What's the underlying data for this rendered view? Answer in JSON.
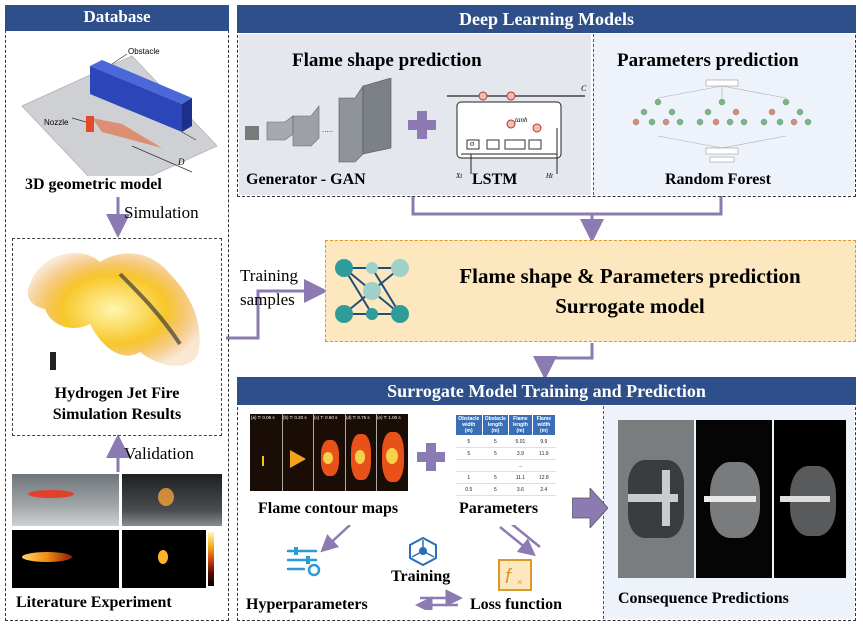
{
  "database": {
    "title": "Database",
    "geometric_model": "3D geometric model",
    "obstacle_label": "Obstacle",
    "nozzle_label": "Nozzle",
    "d_label": "D",
    "simulation": "Simulation",
    "sim_results_line1": "Hydrogen Jet Fire",
    "sim_results_line2": "Simulation Results",
    "validation": "Validation",
    "literature": "Literature Experiment"
  },
  "deep_learning": {
    "title": "Deep Learning Models",
    "flame_shape": "Flame shape prediction",
    "parameters_prediction": "Parameters prediction",
    "gan": "Generator - GAN",
    "lstm": "LSTM",
    "random_forest": "Random Forest",
    "lstm_c": "C",
    "lstm_tanh": "tanh",
    "lstm_sigma": "σ",
    "lstm_x": "Xt",
    "lstm_h": "Ht"
  },
  "training_samples_line1": "Training",
  "training_samples_line2": "samples",
  "surrogate": {
    "line1": "Flame shape & Parameters prediction",
    "line2": "Surrogate model"
  },
  "training_section": {
    "title": "Surrogate Model Training and Prediction",
    "flame_contour": "Flame contour maps",
    "parameters": "Parameters",
    "training": "Training",
    "hyperparameters": "Hyperparameters",
    "loss_function": "Loss function",
    "consequence": "Consequence Predictions",
    "frame_labels": [
      "(a) T: 0.06 s",
      "(b) T: 0.20 s",
      "(c) T: 0.50 s",
      "(d) T: 0.75 s",
      "(e) T: 1.00 s"
    ],
    "table": {
      "headers": [
        "Obstacle width (m)",
        "Obstacle length (m)",
        "Flame length (m)",
        "Flame width (m)"
      ],
      "rows": [
        [
          "5",
          "5",
          "5.01",
          "9.9"
        ],
        [
          "5",
          "5",
          "3.9",
          "11.9"
        ],
        [
          "",
          "",
          "...",
          ""
        ],
        [
          "1",
          "5",
          "11.1",
          "12.8"
        ],
        [
          "0.5",
          "5",
          "3.6",
          "2.4"
        ]
      ]
    }
  },
  "colors": {
    "header_blue": "#2e4f8a",
    "arrow_purple": "#8b7bb2",
    "surrogate_fill": "#fde7bf",
    "surrogate_border": "#d99a2a",
    "panel_gray": "#e4e7ee",
    "panel_light": "#edf2fb",
    "flame_yellow": "#f6c21c",
    "icon_teal": "#2e9c9a"
  }
}
